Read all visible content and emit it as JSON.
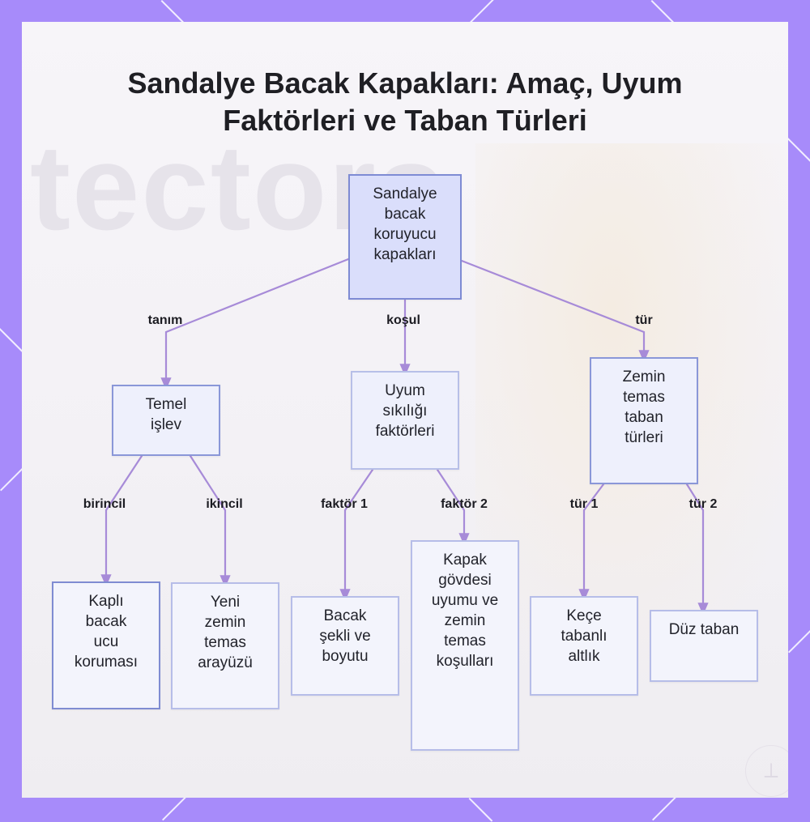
{
  "title_lines": [
    "Sandalye Bacak Kapakları: Amaç, Uyum",
    "Faktörleri ve Taban Türleri"
  ],
  "background_text": "tectors",
  "colors": {
    "frame": "#a78bfa",
    "edge": "#a78bd8",
    "node_border": "#8a97d8",
    "root_fill": "#dadefb"
  },
  "nodes": {
    "root": [
      "Sandalye",
      "bacak",
      "koruyucu",
      "kapakları"
    ],
    "temel": [
      "Temel",
      "işlev"
    ],
    "uyum": [
      "Uyum",
      "sıkılığı",
      "faktörleri"
    ],
    "zemin": [
      "Zemin",
      "temas",
      "taban",
      "türleri"
    ],
    "kapli": [
      "Kaplı",
      "bacak",
      "ucu",
      "koruması"
    ],
    "yeni": [
      "Yeni",
      "zemin",
      "temas",
      "arayüzü"
    ],
    "bacak": [
      "Bacak",
      "şekli ve",
      "boyutu"
    ],
    "kapak": [
      "Kapak",
      "gövdesi",
      "uyumu ve",
      "zemin",
      "temas",
      "koşulları"
    ],
    "kece": [
      "Keçe",
      "tabanlı",
      "altlık"
    ],
    "duz": [
      "Düz taban"
    ]
  },
  "edge_labels": {
    "tanim": "tanım",
    "kosul": "koşul",
    "tur": "tür",
    "birincil": "birincil",
    "ikincil": "ikincil",
    "faktor1": "faktör 1",
    "faktor2": "faktör 2",
    "tur1": "tür 1",
    "tur2": "tür 2"
  }
}
